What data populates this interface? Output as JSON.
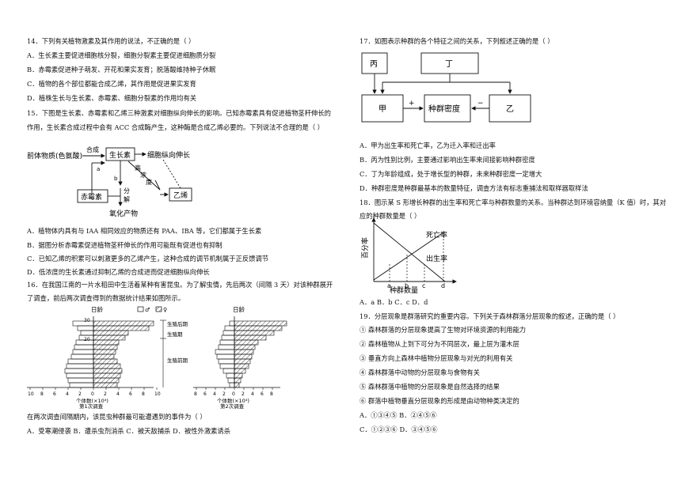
{
  "q14": {
    "stem": "14．下列有关植物激素及其作用的说法，不正确的是（    ）",
    "a": "A．生长素主要促进细胞核分裂，细胞分裂素主要促进细胞质分裂",
    "b": "B．赤霉素促进种子萌发、开花和果实发育；脱落酸维持种子休眠",
    "c": "C．植物的各个部位都能合成乙烯，其作用是促进果实发育",
    "d": "D．植株生长与生长素、赤霉素、细胞分裂素的作用均有关"
  },
  "q15": {
    "stem": "15．下图是生长素、赤霉素和乙烯三种激素对细胞纵向伸长的影响。已知赤霉素具有促进植物茎秆伸长的作用，生长素合成过程中会有 ACC 合成酶产生，这种酶是合成乙烯必要的。下列说法不合理的是（    ）",
    "a": "A．植物体内具有与 IAA 相同效应的物质还有 PAA、IBA 等，它们都属于生长素",
    "b": "B．据图分析赤霉素促进植物茎秆伸长的作用可能既有促进也有抑制",
    "c": "C．已知乙烯的积累可以刺激更多的乙烯产生，这种合成的调节机制属于正反馈调节",
    "d": "D．低浓度的生长素通过抑制乙烯的合成进而促进细胞纵向伸长",
    "diagram": {
      "precursor": "前体物质(色氨酸)",
      "synth": "合成",
      "auxin": "生长素",
      "elongation": "细胞纵向伸长",
      "gibberellin": "赤霉素",
      "decompose_1": "分",
      "decompose_2": "解",
      "oxidized": "氧化产物",
      "high_1": "高",
      "high_2": "浓",
      "high_3": "度",
      "ethylene": "乙烯",
      "b_label": "b",
      "a_label": "a"
    }
  },
  "q16": {
    "stem": "16．在我国江南的一片水稻田中生活着某种有害昆虫。为了解虫情，先后两次（间隔 3 天）对该种群展开了调查，前后两次调查得到的数据统计结果如图所示。",
    "question": "在两次调查间隔期内，该昆虫种群最可能遭遇到的事件为（    ）",
    "options": "A．受寒潮侵袭 B．遭杀虫剂消杀        C．被天敌捕杀  D．被性外激素诱杀",
    "chart": {
      "age_label": "日龄",
      "legend_male": "♂",
      "legend_female": "♀",
      "post_repro": "生殖后期",
      "repro": "生殖期",
      "pre_repro": "生殖前期",
      "ytick_30": "30",
      "ytick_20": "20",
      "xaxis": "个体数(×10⁴)",
      "survey1": "第1次调查",
      "survey2": "第2次调查"
    }
  },
  "q17": {
    "stem": "17．如图表示种群的各个特征之间的关系，下列叙述正确的是（    ）",
    "a": "A．甲为出生率和死亡率，乙为迁入率和迁出率",
    "b": "B．丙为性别比例，主要通过影响出生率来间接影响种群密度",
    "c": "C．丁为年龄组成，处于增长型的种群，未来种群密度一定增大",
    "d": "D．种群密度是种群最基本的数量特征，调查方法有标志重捕法和取样器取样法",
    "diagram": {
      "bing": "丙",
      "ding": "丁",
      "jia": "甲",
      "density": "种群密度",
      "yi": "乙",
      "plus": "+",
      "minus": "−"
    }
  },
  "q18": {
    "stem": "18．图示某 S 形增长种群的出生率和死亡率与种群数量的关系。当种群达到环境容纳量（K 值）时，其对应的种群数量是（    ）",
    "options": "A．a    B．b    C．c    D．d",
    "chart": {
      "ylabel": "百分率",
      "xlabel": "种群数量",
      "death_rate": "死亡率",
      "birth_rate": "出生率",
      "ticks": [
        "a",
        "b",
        "c",
        "d"
      ]
    }
  },
  "q19": {
    "stem": "19．分层现象是群落研究的重要内容。下列关于森林群落分层现象的叙述，正确的是（        ）",
    "items": [
      "① 森林群落的分层现象提高了生物对环境资源的利用能力",
      "② 森林植物从上到下可分为不同层次，最上层为灌木层",
      "③ 垂直方向上森林中植物分层现象与对光的利用有关",
      "④ 森林群落中动物的分层现象与食物有关",
      "⑤ 森林群落中植物的分层现象是自然选择的结果",
      "⑥ 群落中植物垂直分层现象的形成是由动物种类决定的"
    ],
    "options_1": "A．①③④⑤    B．②④⑤⑥",
    "options_2": "C．①②③⑥    D．③④⑤⑥"
  }
}
